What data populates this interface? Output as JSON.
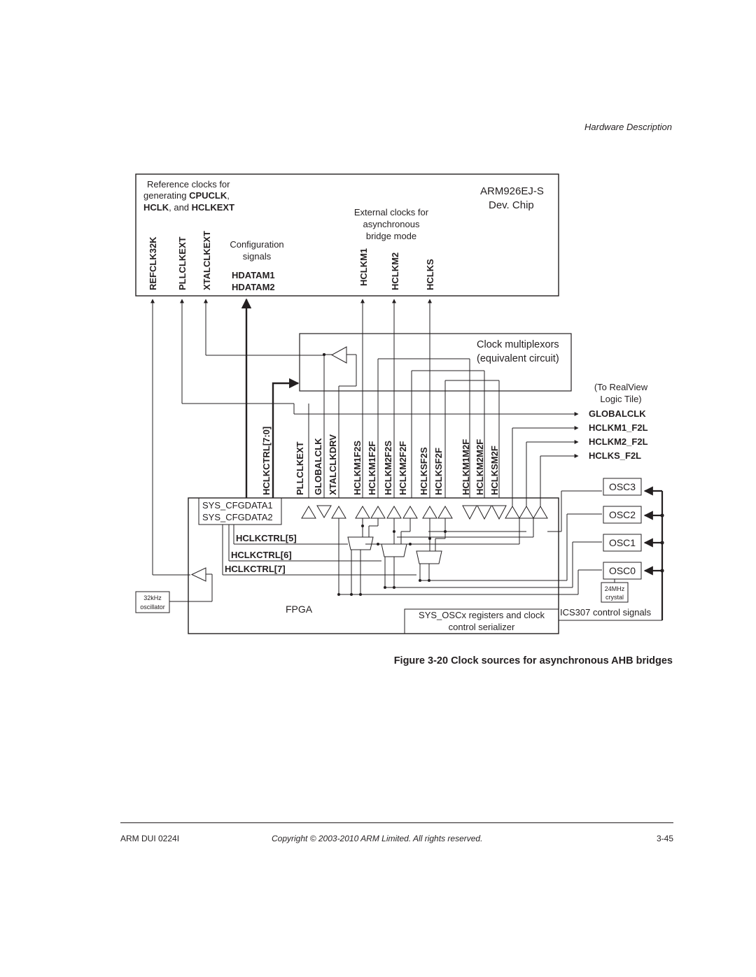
{
  "header": {
    "section": "Hardware Description"
  },
  "figure": {
    "caption": "Figure 3-20 Clock sources for asynchronous AHB bridges",
    "chip": {
      "title_line1": "ARM926EJ-S",
      "title_line2": "Dev. Chip",
      "ref_line1": "Reference clocks for",
      "ref_line2_prefix": "generating ",
      "ref_line2_bold": "CPUCLK",
      "ref_line2_suffix": ",",
      "ref_line3_bold1": "HCLK",
      "ref_line3_mid": ", and ",
      "ref_line3_bold2": "HCLKEXT",
      "ext_line1": "External clocks for",
      "ext_line2": "asynchronous",
      "ext_line3": "bridge mode",
      "cfg_line1": "Configuration",
      "cfg_line2": "signals",
      "hdatam1": "HDATAM1",
      "hdatam2": "HDATAM2",
      "pins_left": [
        "REFCLK32K",
        "PLLCLKEXT",
        "XTALCLKEXT"
      ],
      "pins_right": [
        "HCLKM1",
        "HCLKM2",
        "HCLKS"
      ]
    },
    "mux": {
      "line1": "Clock multiplexors",
      "line2": "(equivalent circuit)"
    },
    "realview": {
      "line1": "(To RealView",
      "line2": "Logic Tile)"
    },
    "f2l_signals": [
      "GLOBALCLK",
      "HCLKM1_F2L",
      "HCLKM2_F2L",
      "HCLKS_F2L"
    ],
    "fpga_signals": [
      "HCLKCTRL[7:0]",
      "PLLCLKEXT",
      "GLOBALCLK",
      "XTALCLKDRV",
      "HCLKM1F2S",
      "HCLKM1F2F",
      "HCLKM2F2S",
      "HCLKM2F2F",
      "HCLKSF2S",
      "HCLKSF2F",
      "HCLKM1M2F",
      "HCLKM2M2F",
      "HCLKSM2F"
    ],
    "sys_cfg": [
      "SYS_CFGDATA1",
      "SYS_CFGDATA2"
    ],
    "hclkctrl": [
      "HCLKCTRL[5]",
      "HCLKCTRL[6]",
      "HCLKCTRL[7]"
    ],
    "fpga_label": "FPGA",
    "osc32_line1": "32kHz",
    "osc32_line2": "oscillator",
    "oscillators": [
      "OSC3",
      "OSC2",
      "OSC1",
      "OSC0"
    ],
    "crystal_line1": "24MHz",
    "crystal_line2": "crystal",
    "serializer_line1": "SYS_OSCx registers and clock",
    "serializer_line2": "control serializer",
    "ics307": "ICS307 control signals"
  },
  "footer": {
    "doc_id": "ARM DUI 0224I",
    "copyright": "Copyright © 2003-2010 ARM Limited. All rights reserved.",
    "page": "3-45"
  }
}
